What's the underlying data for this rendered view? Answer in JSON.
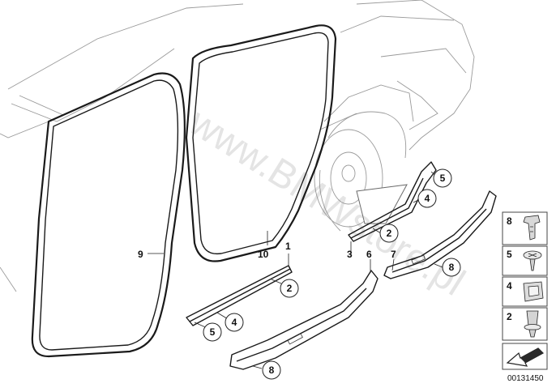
{
  "diagram": {
    "watermark": "www.BMWstore.pl",
    "reference_number": "00131450",
    "part_labels": [
      "9",
      "10",
      "1",
      "3",
      "6",
      "7"
    ],
    "circled_labels": [
      "2",
      "4",
      "5",
      "2",
      "4",
      "5",
      "8",
      "8"
    ],
    "legend": {
      "items": [
        "8",
        "5",
        "4",
        "2"
      ]
    }
  }
}
